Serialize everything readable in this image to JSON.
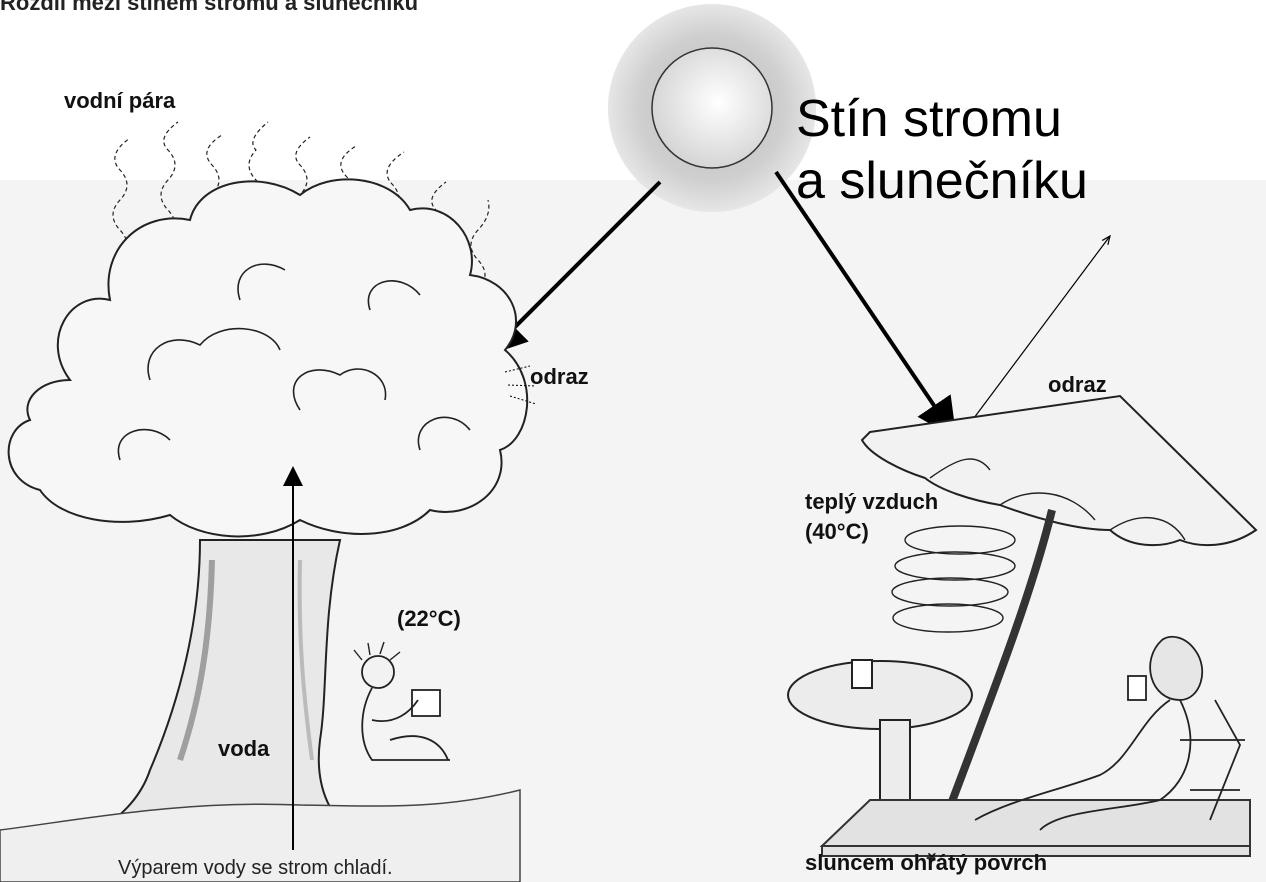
{
  "diagram": {
    "title": "Rozdíl mezi stínem stromu a slunečníku",
    "big_title_line1": "Stín stromu",
    "big_title_line2": "a slunečníku",
    "labels": {
      "water_vapor": "vodní pára",
      "reflection_tree": "odraz",
      "reflection_umbrella": "odraz",
      "warm_air_line1": "teplý vzduch",
      "warm_air_line2": "(40°C)",
      "shade_temp": "(22°C)",
      "water": "voda",
      "caption": "Výparem vody se strom chladí.",
      "heated_surface": "sluncem ohřátý povrch"
    }
  }
}
